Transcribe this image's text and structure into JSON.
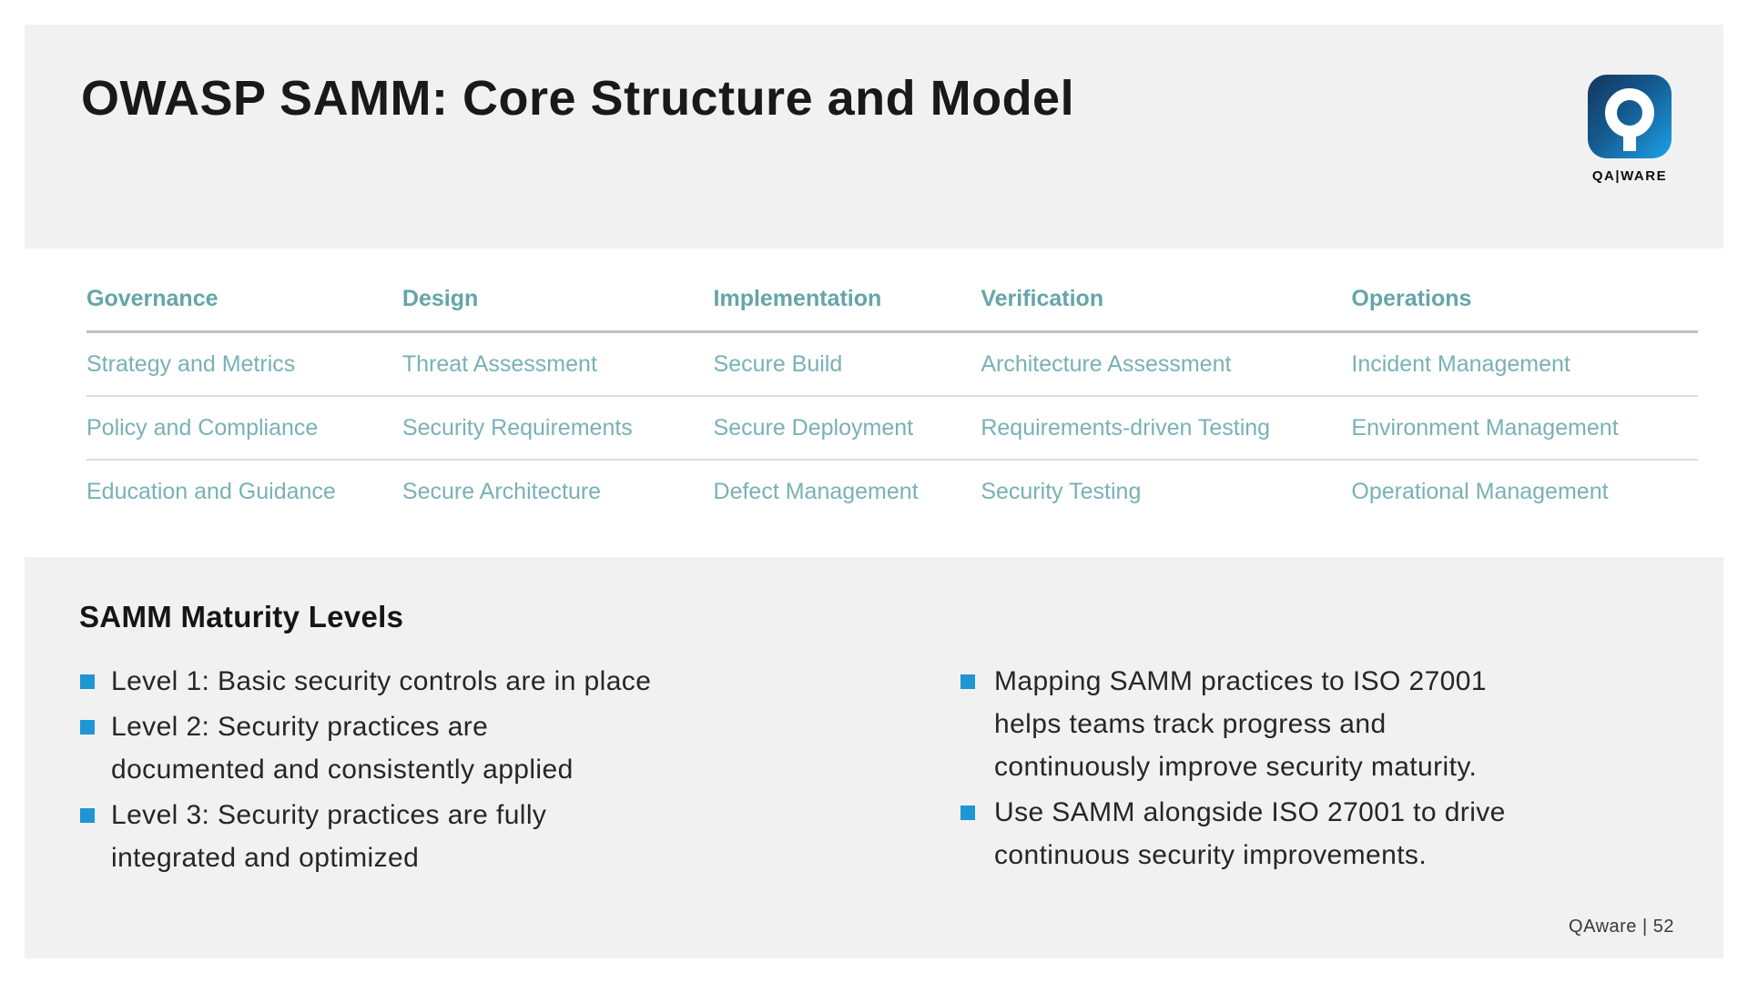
{
  "slide": {
    "title": "OWASP SAMM: Core Structure and Model",
    "logo": {
      "label": "QA|WARE",
      "icon": "qaware-q-icon"
    },
    "practices_table": {
      "columns": [
        "Governance",
        "Design",
        "Implementation",
        "Verification",
        "Operations"
      ],
      "rows": [
        [
          "Strategy and Metrics",
          "Threat Assessment",
          "Secure Build",
          "Architecture Assessment",
          "Incident Management"
        ],
        [
          "Policy and Compliance",
          "Security Requirements",
          "Secure Deployment",
          "Requirements-driven Testing",
          "Environment Management"
        ],
        [
          "Education and Guidance",
          "Secure Architecture",
          "Defect Management",
          "Security Testing",
          "Operational Management"
        ]
      ]
    },
    "maturity": {
      "heading": "SAMM Maturity Levels",
      "left_bullets": [
        {
          "lines": [
            "Level 1: Basic security controls are in place"
          ]
        },
        {
          "lines": [
            "Level 2: Security practices are",
            "documented and consistently applied"
          ]
        },
        {
          "lines": [
            "Level 3: Security practices are fully",
            "integrated and optimized"
          ]
        }
      ],
      "right_bullets": [
        {
          "lines": [
            "Mapping SAMM practices to ISO 27001",
            "helps teams track progress and",
            "continuously improve security maturity."
          ]
        },
        {
          "lines": [
            "Use SAMM alongside ISO 27001 to drive",
            "continuous security improvements."
          ]
        }
      ]
    },
    "footer": "QAware | 52",
    "colors": {
      "slide_background": "#f1f1f1",
      "table_header_teal": "#64a5aa",
      "table_cell_teal": "#79b1b5",
      "bullet_blue": "#1d96d3",
      "logo_gradient_start": "#12365c",
      "logo_gradient_end": "#1b9be0"
    }
  }
}
